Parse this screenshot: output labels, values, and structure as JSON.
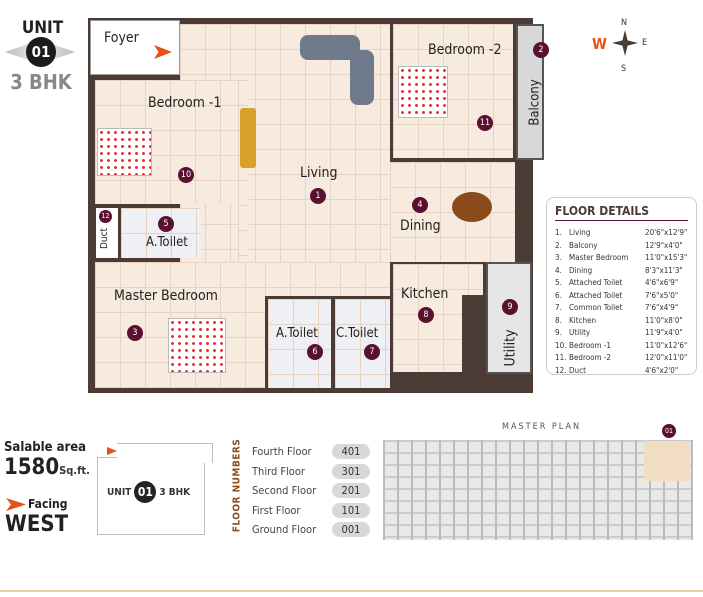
{
  "unit_badge": {
    "unit_label": "UNIT",
    "unit_number": "01",
    "type": "3 BHK"
  },
  "compass": {
    "n": "N",
    "s": "S",
    "e": "E",
    "w": "W"
  },
  "rooms": {
    "foyer": "Foyer",
    "bedroom1": "Bedroom -1",
    "bedroom2": "Bedroom -2",
    "living": "Living",
    "dining": "Dining",
    "balcony": "Balcony",
    "master": "Master Bedroom",
    "atoilet5": "A.Toilet",
    "duct": "Duct",
    "atoilet6": "A.Toilet",
    "ctoilet": "C.Toilet",
    "kitchen": "Kitchen",
    "utility": "Utility"
  },
  "room_numbers": {
    "living": "1",
    "balcony": "2",
    "master": "3",
    "dining": "4",
    "atoilet5": "5",
    "atoilet6": "6",
    "ctoilet": "7",
    "kitchen": "8",
    "utility": "9",
    "bedroom1": "10",
    "bedroom2": "11",
    "duct": "12"
  },
  "floor_details": {
    "title": "FLOOR DETAILS",
    "items": [
      {
        "n": "1.",
        "name": "Living",
        "size": "20'6\"x12'9\""
      },
      {
        "n": "2.",
        "name": "Balcony",
        "size": "12'9\"x4'0\""
      },
      {
        "n": "3.",
        "name": "Master Bedroom",
        "size": "11'0\"x15'3\""
      },
      {
        "n": "4.",
        "name": "Dining",
        "size": "8'3\"x11'3\""
      },
      {
        "n": "5.",
        "name": "Attached Toilet",
        "size": "4'6\"x6'9\""
      },
      {
        "n": "6.",
        "name": "Attached Toilet",
        "size": "7'6\"x5'0\""
      },
      {
        "n": "7.",
        "name": "Common Toilet",
        "size": "7'6\"x4'9\""
      },
      {
        "n": "8.",
        "name": "Kitchen",
        "size": "11'0\"x8'0\""
      },
      {
        "n": "9.",
        "name": "Utility",
        "size": "11'9\"x4'0\""
      },
      {
        "n": "10.",
        "name": "Bedroom -1",
        "size": "11'0\"x12'6\""
      },
      {
        "n": "11.",
        "name": "Bedroom -2",
        "size": "12'0\"x11'0\""
      },
      {
        "n": "12.",
        "name": "Duct",
        "size": "4'6\"x2'0\""
      }
    ]
  },
  "area": {
    "label": "Salable area",
    "value": "1580",
    "unit": "Sq.ft."
  },
  "facing": {
    "label": "Facing",
    "value": "WEST"
  },
  "key_plan": {
    "unit_label": "UNIT",
    "unit_number": "01",
    "type": "3 BHK"
  },
  "floor_numbers": {
    "title": "FLOOR NUMBERS",
    "rows": [
      {
        "floor": "Fourth Floor",
        "number": "401"
      },
      {
        "floor": "Third Floor",
        "number": "301"
      },
      {
        "floor": "Second Floor",
        "number": "201"
      },
      {
        "floor": "First Floor",
        "number": "101"
      },
      {
        "floor": "Ground Floor",
        "number": "001"
      }
    ]
  },
  "master_plan": {
    "title": "MASTER PLAN",
    "marker": "01"
  },
  "colors": {
    "wall": "#4b3b34",
    "accent": "#e8501a",
    "badge": "#5a1030",
    "tile": "#f7ebdf"
  }
}
